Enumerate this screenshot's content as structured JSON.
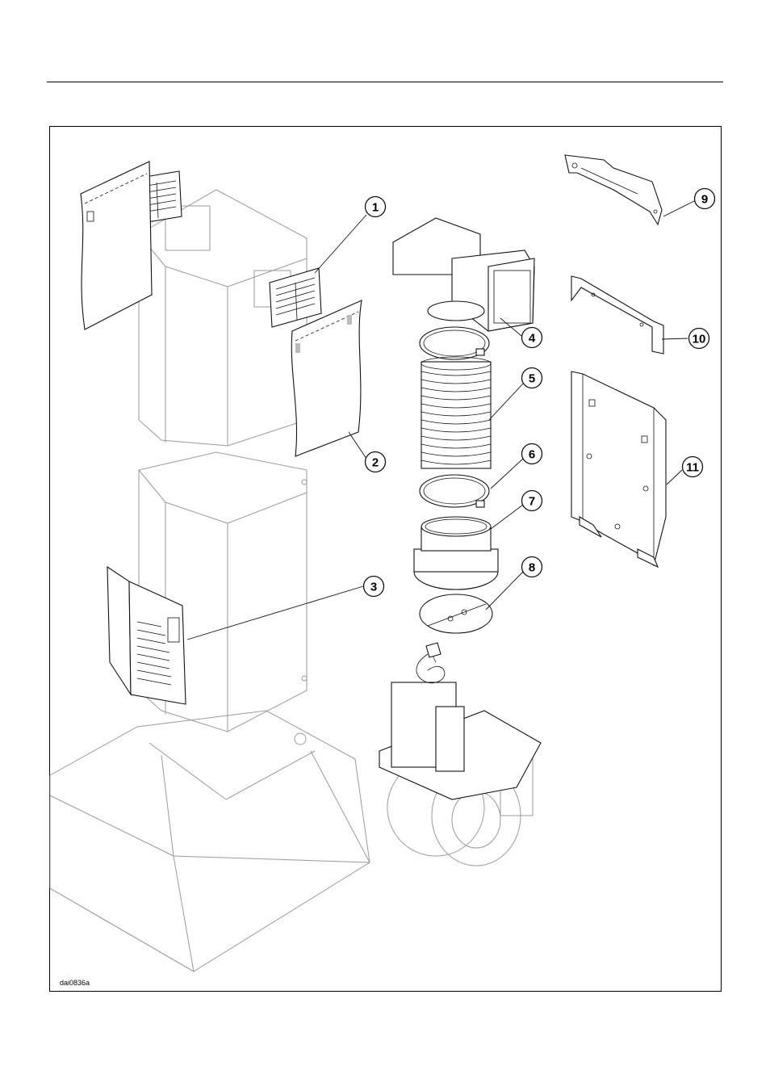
{
  "diagram": {
    "drawing_code": "dai0836a",
    "callouts": [
      {
        "number": "1"
      },
      {
        "number": "2"
      },
      {
        "number": "3"
      },
      {
        "number": "4"
      },
      {
        "number": "5"
      },
      {
        "number": "6"
      },
      {
        "number": "7"
      },
      {
        "number": "8"
      },
      {
        "number": "9"
      },
      {
        "number": "10"
      },
      {
        "number": "11"
      }
    ]
  },
  "colors": {
    "line": "#111111",
    "ghost": "#9a9a9a",
    "background": "#ffffff"
  }
}
